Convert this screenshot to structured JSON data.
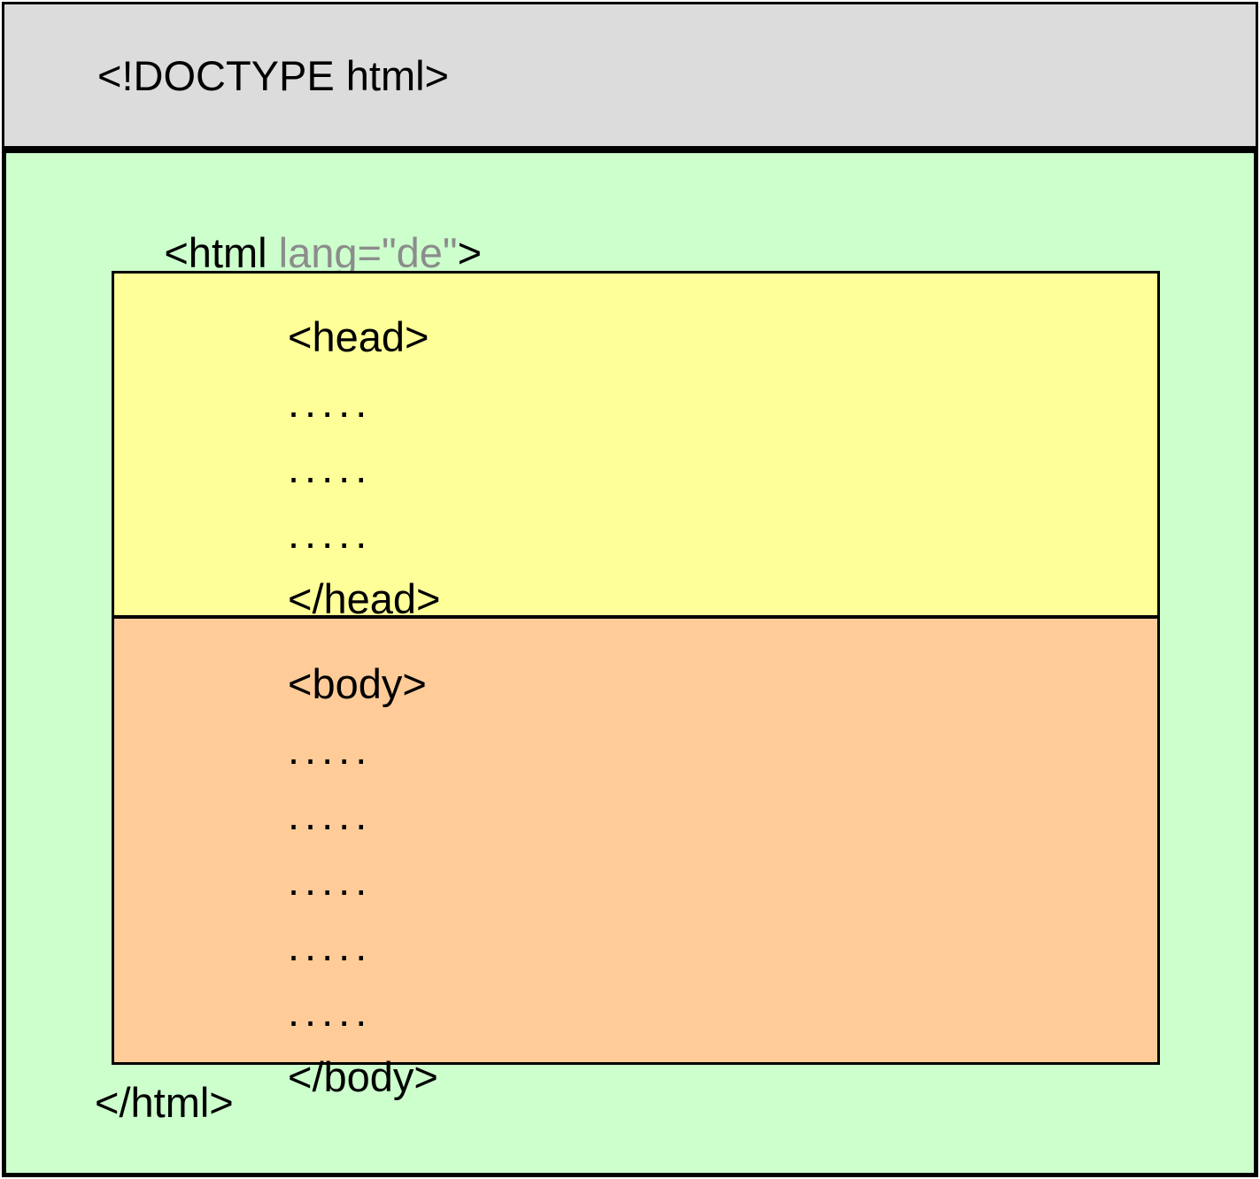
{
  "diagram": {
    "title": "HTML document structure",
    "colors": {
      "doctype_bg": "#dcdcdc",
      "html_bg": "#ccffcc",
      "head_bg": "#ffff99",
      "body_bg": "#ffcc99",
      "border": "#000000",
      "text": "#000000",
      "attribute_text": "#8c8c8c"
    },
    "doctype": {
      "label": "<!DOCTYPE html>"
    },
    "html": {
      "open_tag": "<html",
      "attribute": " lang=\"de\"",
      "open_close_bracket": ">",
      "close_tag": "</html>"
    },
    "head": {
      "open_tag": "<head>",
      "ellipsis_lines": [
        ".....",
        ".....",
        "....."
      ],
      "close_tag": "</head>"
    },
    "body": {
      "open_tag": "<body>",
      "ellipsis_lines": [
        ".....",
        ".....",
        ".....",
        ".....",
        "....."
      ],
      "close_tag": "</body>"
    }
  }
}
